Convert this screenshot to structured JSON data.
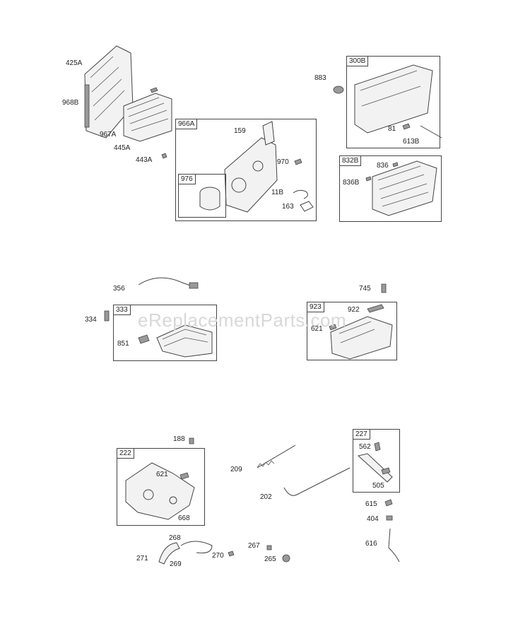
{
  "watermark": "eReplacementParts.com",
  "groups": {
    "g966A": "966A",
    "g976": "976",
    "g300B": "300B",
    "g832B": "832B",
    "g333": "333",
    "g923": "923",
    "g222": "222",
    "g227": "227"
  },
  "parts": {
    "p425A": "425A",
    "p968B": "968B",
    "p967A": "967A",
    "p445A": "445A",
    "p443A": "443A",
    "p159": "159",
    "p970": "970",
    "p11B": "11B",
    "p163": "163",
    "p883": "883",
    "p81": "81",
    "p613B": "613B",
    "p836": "836",
    "p836B": "836B",
    "p356": "356",
    "p334": "334",
    "p851": "851",
    "p745": "745",
    "p922": "922",
    "p621a": "621",
    "p188": "188",
    "p621b": "621",
    "p668": "668",
    "p209": "209",
    "p202": "202",
    "p562": "562",
    "p505": "505",
    "p615": "615",
    "p404": "404",
    "p616": "616",
    "p268": "268",
    "p271": "271",
    "p269": "269",
    "p270": "270",
    "p267": "267",
    "p265": "265"
  }
}
